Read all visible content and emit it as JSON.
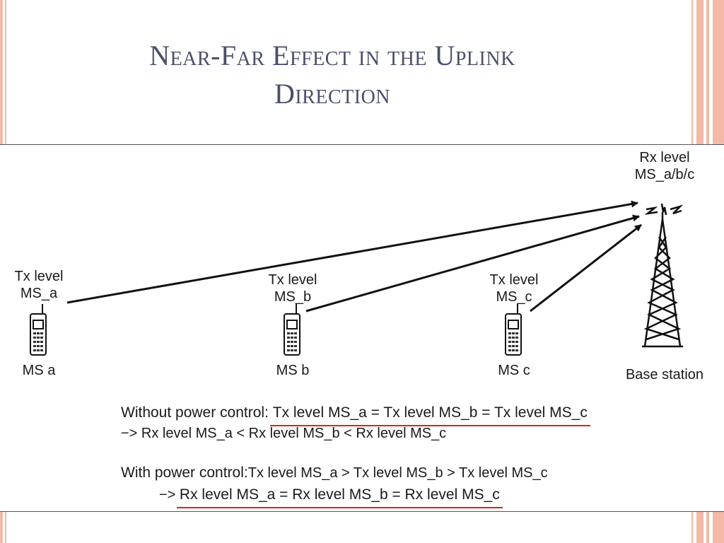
{
  "slide": {
    "title_line1": "Near-Far Effect in the Uplink",
    "title_line2": "Direction",
    "accent_color": "#f4b9a6",
    "underline_color": "#d9241c"
  },
  "diagram": {
    "rx_label_line1": "Rx level",
    "rx_label_line2": "MS_a/b/c",
    "base_station_label": "Base station",
    "mobiles": [
      {
        "tx_line1": "Tx level",
        "tx_line2": "MS_a",
        "name": "MS a"
      },
      {
        "tx_line1": "Tx level",
        "tx_line2": "MS_b",
        "name": "MS b"
      },
      {
        "tx_line1": "Tx level",
        "tx_line2": "MS_c",
        "name": "MS c"
      }
    ]
  },
  "equations": {
    "without_prefix": "Without power control: ",
    "without_underlined": "Tx level MS_a = Tx level MS_b = Tx level MS_c",
    "without_result": "−> Rx level MS_a < Rx level MS_b < Rx level MS_c",
    "with_prefix": "With power control:",
    "with_tx": "Tx level MS_a > Tx level MS_b > Tx level MS_c",
    "with_arrow": "−> ",
    "with_underlined": "Rx level MS_a = Rx level MS_b = Rx level MS_c"
  }
}
